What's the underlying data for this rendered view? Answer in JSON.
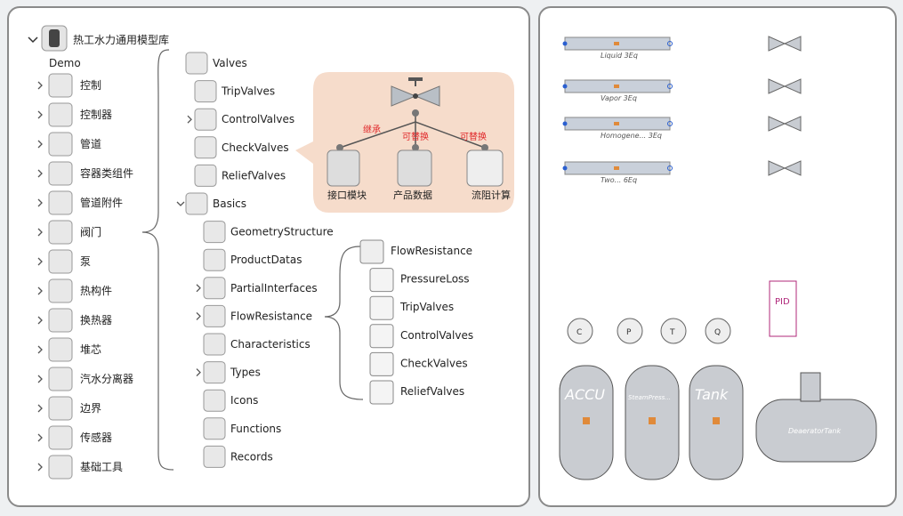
{
  "root": {
    "title": "热工水力通用模型库",
    "demo": "Demo"
  },
  "col1": [
    "控制",
    "控制器",
    "管道",
    "容器类组件",
    "管道附件",
    "阀门",
    "泵",
    "热构件",
    "换热器",
    "堆芯",
    "汽水分离器",
    "边界",
    "传感器",
    "基础工具"
  ],
  "col2": [
    "Valves",
    "TripValves",
    "ControlValves",
    "CheckValves",
    "ReliefValves",
    "Basics",
    "GeometryStructure",
    "ProductDatas",
    "PartialInterfaces",
    "FlowResistance",
    "Characteristics",
    "Types",
    "Icons",
    "Functions",
    "Records"
  ],
  "col3": [
    "FlowResistance",
    "PressureLoss",
    "TripValves",
    "ControlValves",
    "CheckValves",
    "ReliefValves"
  ],
  "bubble": {
    "rel1": "继承",
    "rel2": "可替换",
    "rel3": "可替换",
    "n1": "接口模块",
    "n2": "产品数据",
    "n3": "流阻计算"
  },
  "right": {
    "pipe_labels": [
      "Liquid 3Eq",
      "Vapor 3Eq",
      "Homogene... 3Eq",
      "Two... 6Eq"
    ],
    "pid": "PID",
    "sensors": [
      "C",
      "P",
      "T",
      "Q"
    ],
    "tanks": [
      "ACCU",
      "SteamPress...",
      "Tank",
      "DeaeratorTank"
    ]
  },
  "colors": {
    "accent": "#b0287a",
    "red": "#e0282a",
    "blue": "#2a5fd0",
    "orange": "#e08a3a",
    "bubble": "#f6dccb"
  }
}
